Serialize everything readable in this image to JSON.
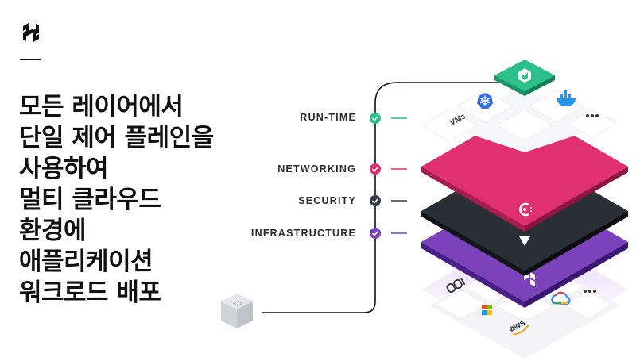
{
  "headline": {
    "lines": [
      "모든 레이어에서",
      "단일 제어 플레인을",
      "사용하여",
      "멀티 클라우드",
      "환경에",
      "애플리케이션",
      "워크로드 배포"
    ]
  },
  "layers": {
    "runtime": {
      "label": "RUN-TIME",
      "color": "#2bbf8a"
    },
    "networking": {
      "label": "NETWORKING",
      "color": "#e0306e"
    },
    "security": {
      "label": "SECURITY",
      "color": "#333a44"
    },
    "infrastructure": {
      "label": "INFRASTRUCTURE",
      "color": "#7b42bc"
    }
  },
  "runtime_tiles": {
    "vms": "VMs"
  },
  "cloud_tiles": {
    "aws": "aws"
  },
  "icons": [
    "hashicorp-logo-icon",
    "check-icon",
    "kubernetes-icon",
    "docker-icon",
    "more-dots-icon",
    "nomad-icon",
    "consul-icon",
    "vault-icon",
    "terraform-icon",
    "oci-icon",
    "microsoft-icon",
    "gcp-icon",
    "package-icon"
  ]
}
